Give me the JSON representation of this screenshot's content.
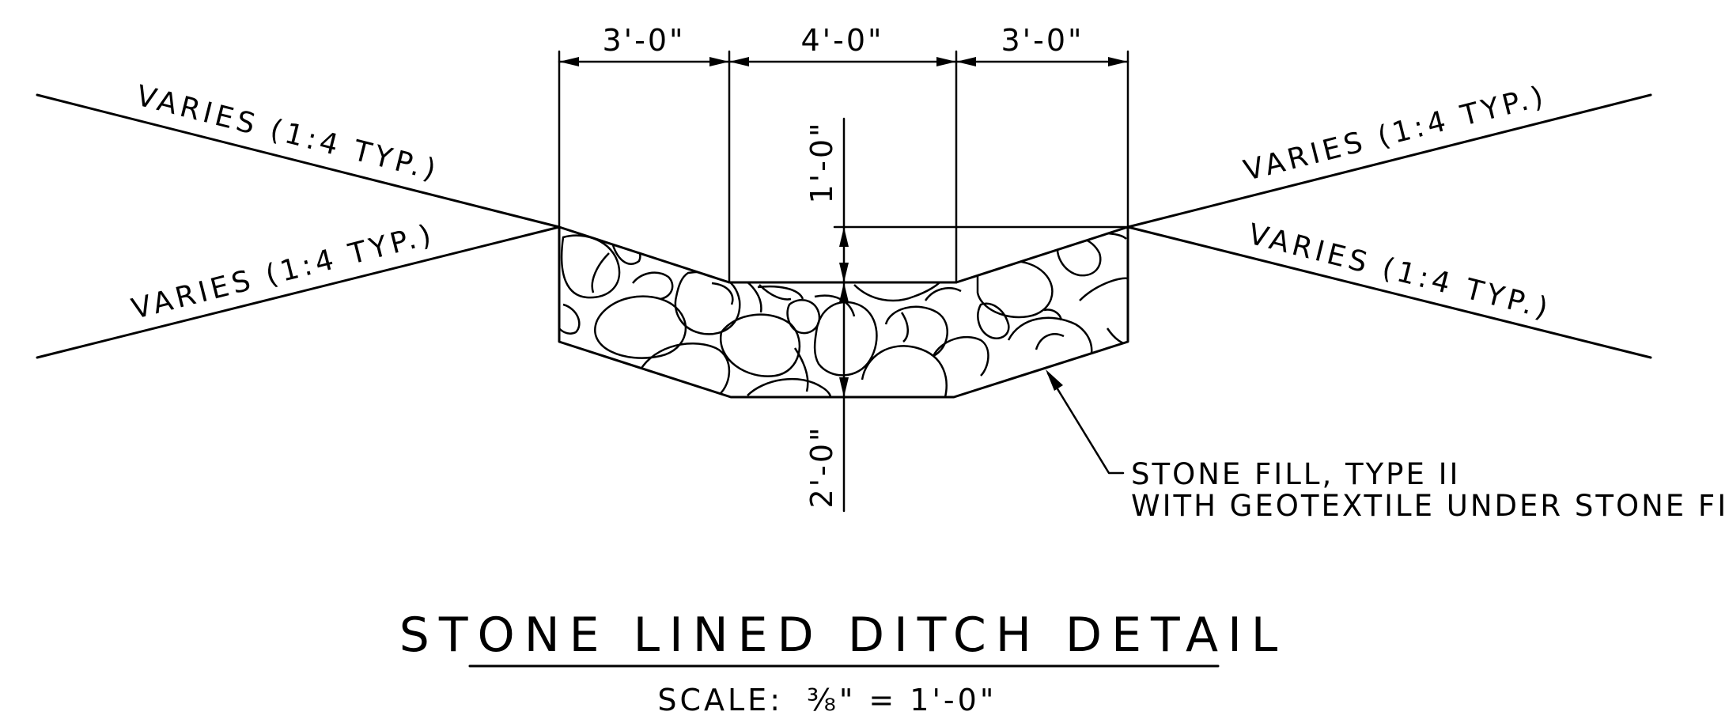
{
  "drawing": {
    "title": "STONE LINED DITCH DETAIL",
    "scale": {
      "label": "SCALE:",
      "value": "⅜\" = 1'-0\""
    },
    "dimensions": {
      "left_side_width": "3'-0\"",
      "bottom_width": "4'-0\"",
      "right_side_width": "3'-0\"",
      "ditch_depth": "1'-0\"",
      "stone_thickness": "2'-0\""
    },
    "slope_labels": {
      "upper_left": "VARIES (1:4 TYP.)",
      "lower_left": "VARIES (1:4 TYP.)",
      "upper_right": "VARIES (1:4 TYP.)",
      "lower_right": "VARIES (1:4 TYP.)"
    },
    "callout": {
      "line1": "STONE FILL, TYPE II",
      "line2": "WITH GEOTEXTILE UNDER STONE FILL"
    }
  }
}
